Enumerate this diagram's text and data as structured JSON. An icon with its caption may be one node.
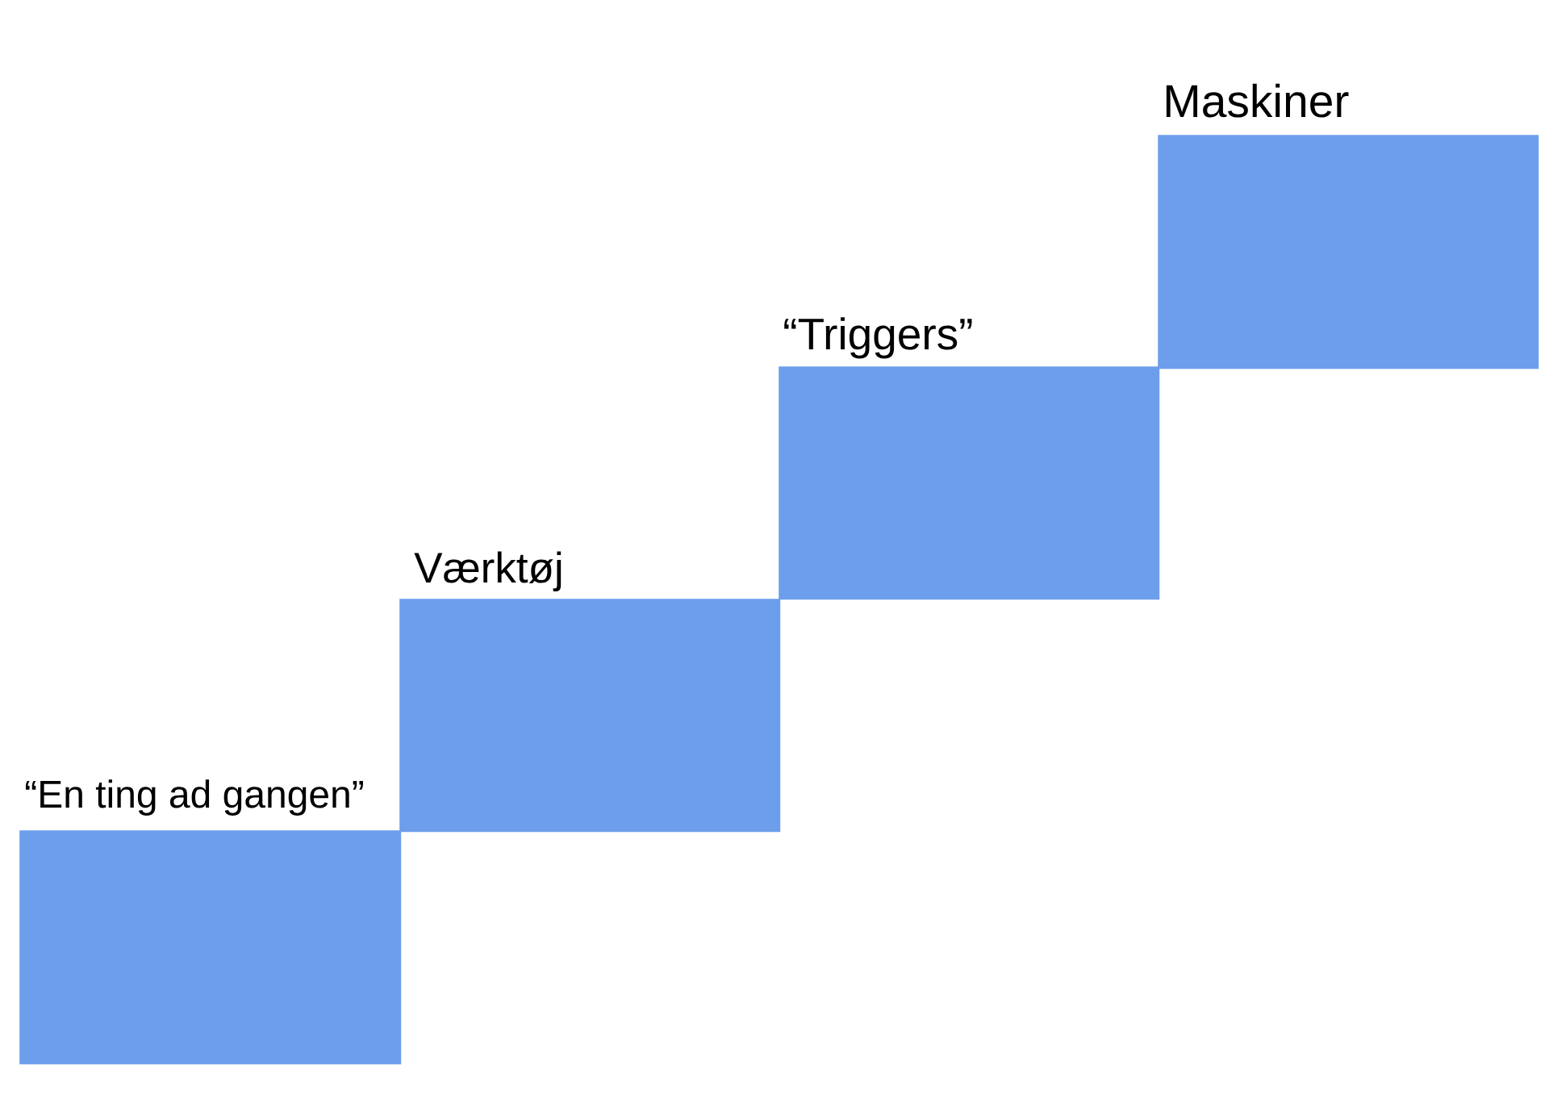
{
  "diagram": {
    "nodes": [
      {
        "text": [
          "“En ting ad gangen”"
        ]
      },
      {
        "text": [
          "Værktøj"
        ]
      },
      {
        "text": [
          "“Triggers”"
        ]
      },
      {
        "text": [
          "Maskiner"
        ]
      }
    ]
  }
}
